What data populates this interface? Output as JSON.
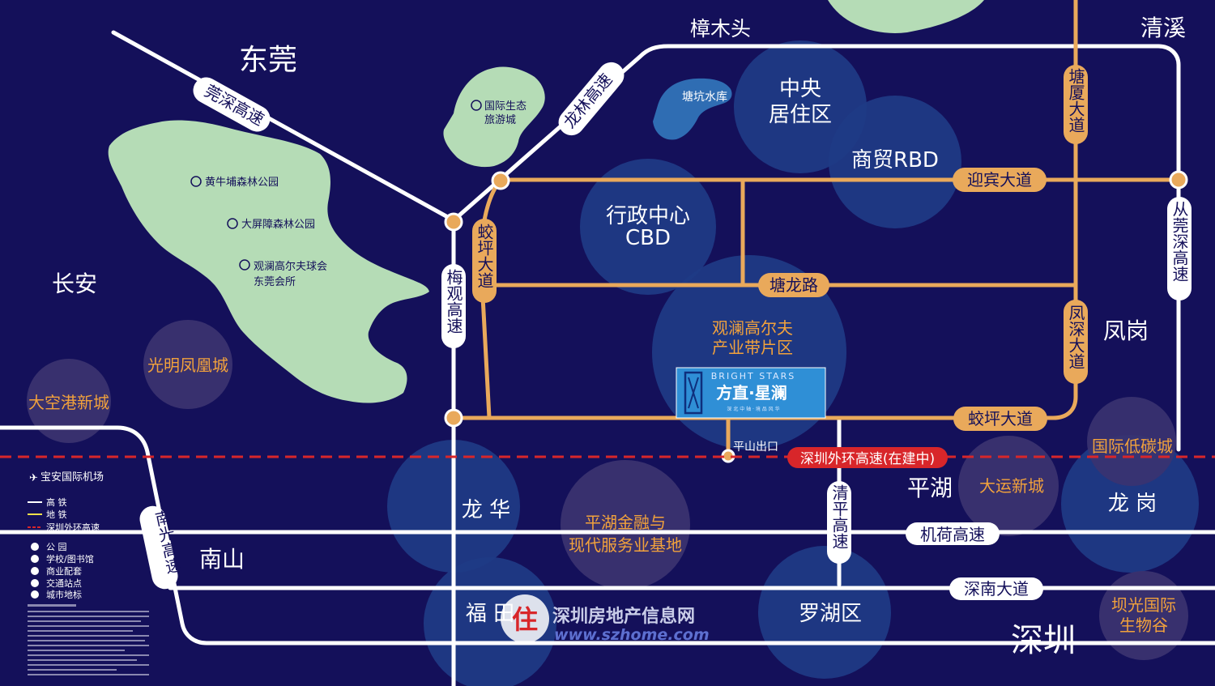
{
  "regions": {
    "dongguan": "东莞",
    "changan": "长安",
    "fenggang": "凤岗",
    "qingxi": "清溪",
    "zhangmutou": "樟木头",
    "nanshan": "南山",
    "shenzhen": "深圳",
    "pinghu": "平湖"
  },
  "districts": {
    "central_residential_l1": "中央",
    "central_residential_l2": "居住区",
    "rbd": "商贸RBD",
    "admin_l1": "行政中心",
    "admin_l2": "CBD",
    "golf_l1": "观澜高尔夫",
    "golf_l2": "产业带片区",
    "longhua": "龙 华",
    "pinghu_finance_l1": "平湖金融与",
    "pinghu_finance_l2": "现代服务业基地",
    "dayun": "大运新城",
    "longgang": "龙 岗",
    "lowcarbon": "国际低碳城",
    "guangming": "光明凤凰城",
    "airport_city": "大空港新城",
    "luohu": "罗湖区",
    "futian": "福 田",
    "bio_l1": "坝光国际",
    "bio_l2": "生物谷"
  },
  "roads": {
    "guanshen": "莞深高速",
    "longlin": "龙林高速",
    "tangxia": "塘厦大道",
    "yingbin": "迎宾大道",
    "congguanshen": "从莞深高速",
    "jiaoping_v": "蛟坪大道",
    "meiguan": "梅观高速",
    "tanglong": "塘龙路",
    "fengshen": "凤深大道",
    "jiaoping_h": "蛟坪大道",
    "outer_ring": "深圳外环高速(在建中)",
    "qingping": "清平高速",
    "jihe": "机荷高速",
    "shennan": "深南大道",
    "nanguang": "南光高速",
    "pingshan_exit": "平山出口"
  },
  "landmarks": {
    "reservoir": "塘坑水库",
    "eco_l1": "国际生态",
    "eco_l2": "旅游城",
    "huangniupu": "黄牛埔森林公园",
    "dapingzhang": "大屏障森林公园",
    "golf_club_l1": "观澜高尔夫球会",
    "golf_club_l2": "东莞会所"
  },
  "project": {
    "name_en": "BRIGHT STARS",
    "name_cn": "方直·星澜",
    "tagline": "深 北 中 轴   · 境 品 风 华"
  },
  "legend": {
    "airport": "宝安国际机场",
    "hsr": "高 铁",
    "metro": "地 铁",
    "outer_ring": "深圳外环高速",
    "park": "公 园",
    "school": "学校/图书馆",
    "commercial": "商业配套",
    "transit": "交通站点",
    "landmark": "城市地标"
  },
  "watermark": {
    "site_name": "深圳房地产信息网",
    "url": "www.szhome.com"
  },
  "colors": {
    "background": "#14105a",
    "land": "#b5dcb6",
    "road": "#e9a95b",
    "highway": "#ffffff",
    "district_blue": "#1f3a85",
    "district_purple": "#3a3370",
    "outer_ring": "#d8262a",
    "project_box": "#2f8fd6",
    "water": "#2f6db3",
    "label_orange": "#f2a23c"
  }
}
